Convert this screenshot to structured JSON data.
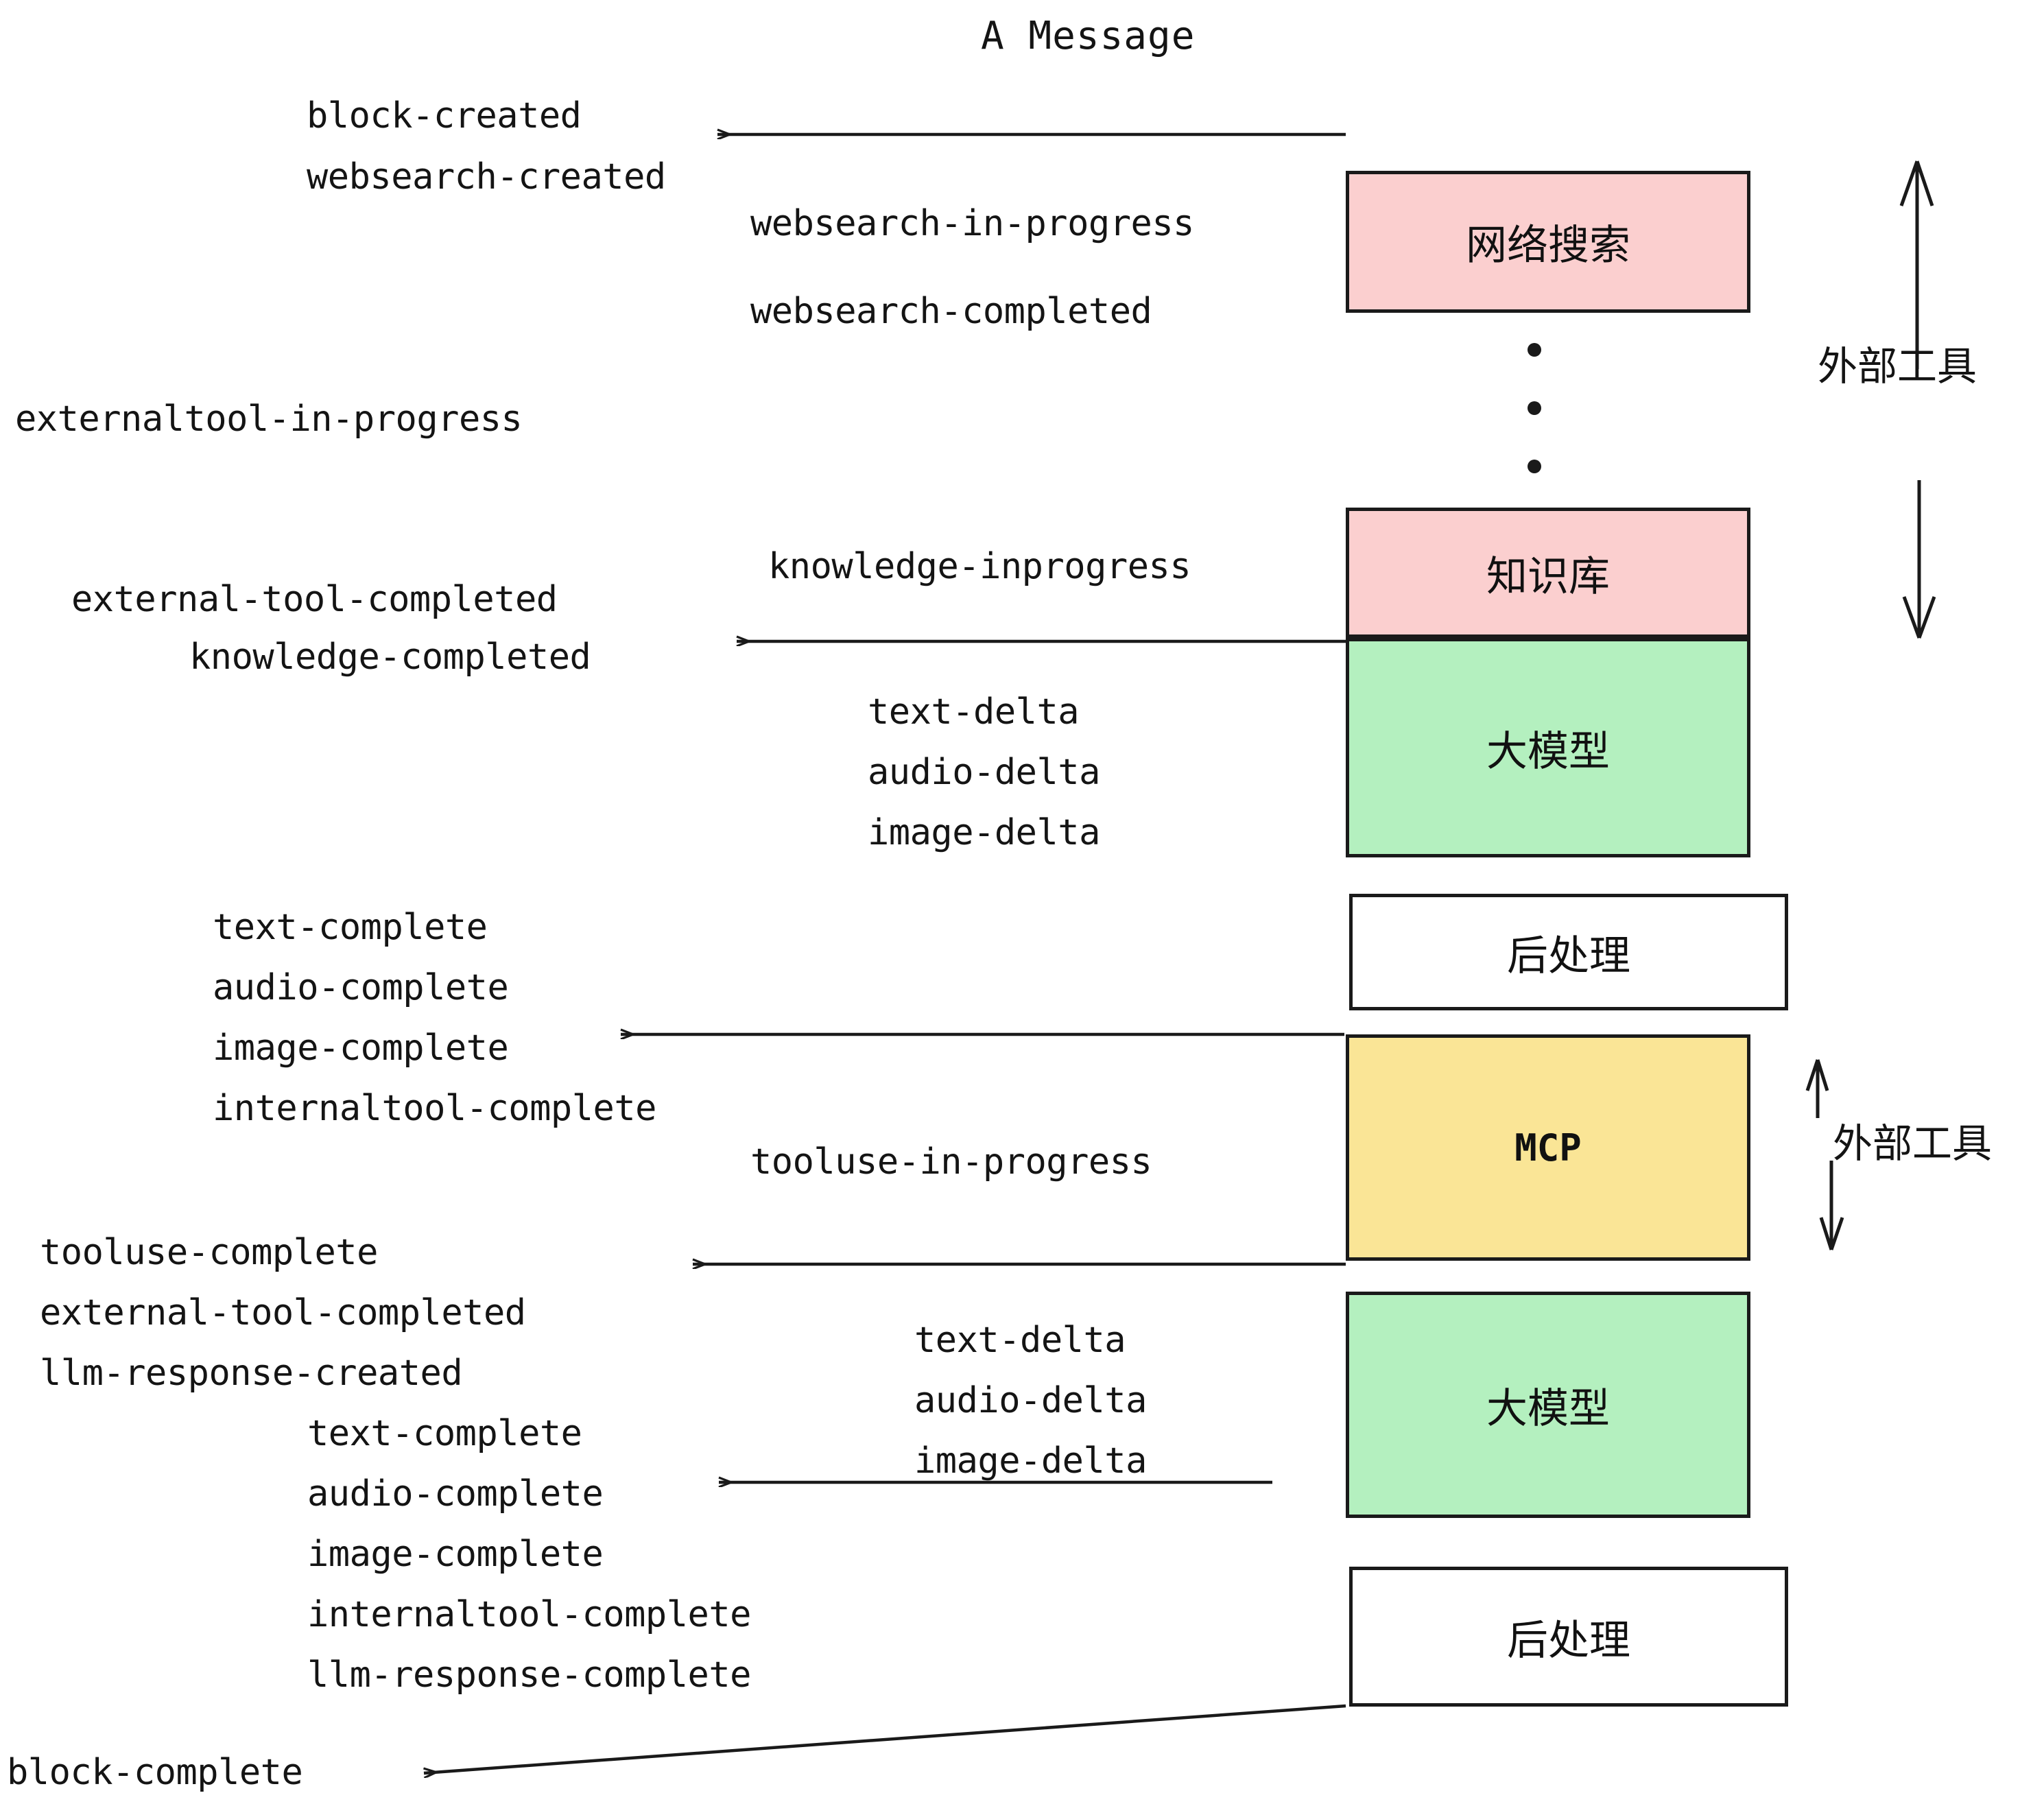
{
  "diagram": {
    "title": "A Message",
    "colors": {
      "external_tool_fill": "#fbcfcf",
      "llm_fill": "#b4f0bf",
      "mcp_fill": "#fae596",
      "postprocess_fill": "#ffffff",
      "stroke": "#1a1a1a",
      "background": "#ffffff"
    }
  },
  "nodes": [
    {
      "id": "websearch",
      "label": "网络搜索",
      "fill": "#fbcfcf"
    },
    {
      "id": "knowledge",
      "label": "知识库",
      "fill": "#fbcfcf"
    },
    {
      "id": "llm-top",
      "label": "大模型",
      "fill": "#b4f0bf"
    },
    {
      "id": "post-top",
      "label": "后处理",
      "fill": "#ffffff"
    },
    {
      "id": "mcp",
      "label": "MCP",
      "fill": "#fae596"
    },
    {
      "id": "llm-bottom",
      "label": "大模型",
      "fill": "#b4f0bf"
    },
    {
      "id": "post-bottom",
      "label": "后处理",
      "fill": "#ffffff"
    }
  ],
  "side_labels": [
    {
      "id": "external-tools-top",
      "label": "外部工具"
    },
    {
      "id": "external-tools-bottom",
      "label": "外部工具"
    }
  ],
  "events": {
    "block_created": "block-created",
    "websearch_created": "websearch-created",
    "websearch_in_progress": "websearch-in-progress",
    "websearch_completed": "websearch-completed",
    "externaltool_in_progress": "externaltool-in-progress",
    "knowledge_inprogress": "knowledge-inprogress",
    "external_tool_completed_1": "external-tool-completed",
    "knowledge_completed": "knowledge-completed",
    "text_delta_1": "text-delta",
    "audio_delta_1": "audio-delta",
    "image_delta_1": "image-delta",
    "text_complete_1": "text-complete",
    "audio_complete_1": "audio-complete",
    "image_complete_1": "image-complete",
    "internaltool_complete_1": "internaltool-complete",
    "tooluse_in_progress": "tooluse-in-progress",
    "tooluse_complete": "tooluse-complete",
    "external_tool_completed_2": "external-tool-completed",
    "llm_response_created": "llm-response-created",
    "text_delta_2": "text-delta",
    "audio_delta_2": "audio-delta",
    "image_delta_2": "image-delta",
    "text_complete_2": "text-complete",
    "audio_complete_2": "audio-complete",
    "image_complete_2": "image-complete",
    "internaltool_complete_2": "internaltool-complete",
    "llm_response_complete": "llm-response-complete",
    "block_complete": "block-complete"
  }
}
